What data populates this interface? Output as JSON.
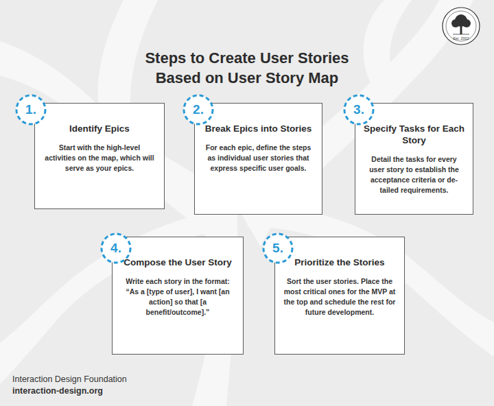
{
  "diagram": {
    "title": "Steps to Create User Stories Based on User Story Map",
    "nodes": [
      {
        "text": [
          "1."
        ]
      },
      {
        "text": [
          "Identify Epics",
          "Start with the high-level activities on the map, which will serve as your epics."
        ]
      },
      {
        "text": [
          "2."
        ]
      },
      {
        "text": [
          "Break Epics into Stories",
          "For each epic, define the steps as individual user stories that express specific user goals."
        ]
      },
      {
        "text": [
          "3."
        ]
      },
      {
        "text": [
          "Specify Tasks for Each Story",
          "Detail the tasks for every user story to establish the acceptance criteria or de-tailed requirements."
        ]
      },
      {
        "text": [
          "4."
        ]
      },
      {
        "text": [
          "Compose the User Story",
          "Write each story in the format: “As a [type of user], I want [an action] so that [a benefit/outcome].”"
        ]
      },
      {
        "text": [
          "5."
        ]
      },
      {
        "text": [
          "Prioritize the Stories",
          "Sort the user stories. Place the most critical ones for the MVP at the top and schedule the rest for future development."
        ]
      }
    ],
    "labels": [
      "Est. 2002",
      "Interaction Design Foundation",
      "interaction-design.org"
    ]
  }
}
